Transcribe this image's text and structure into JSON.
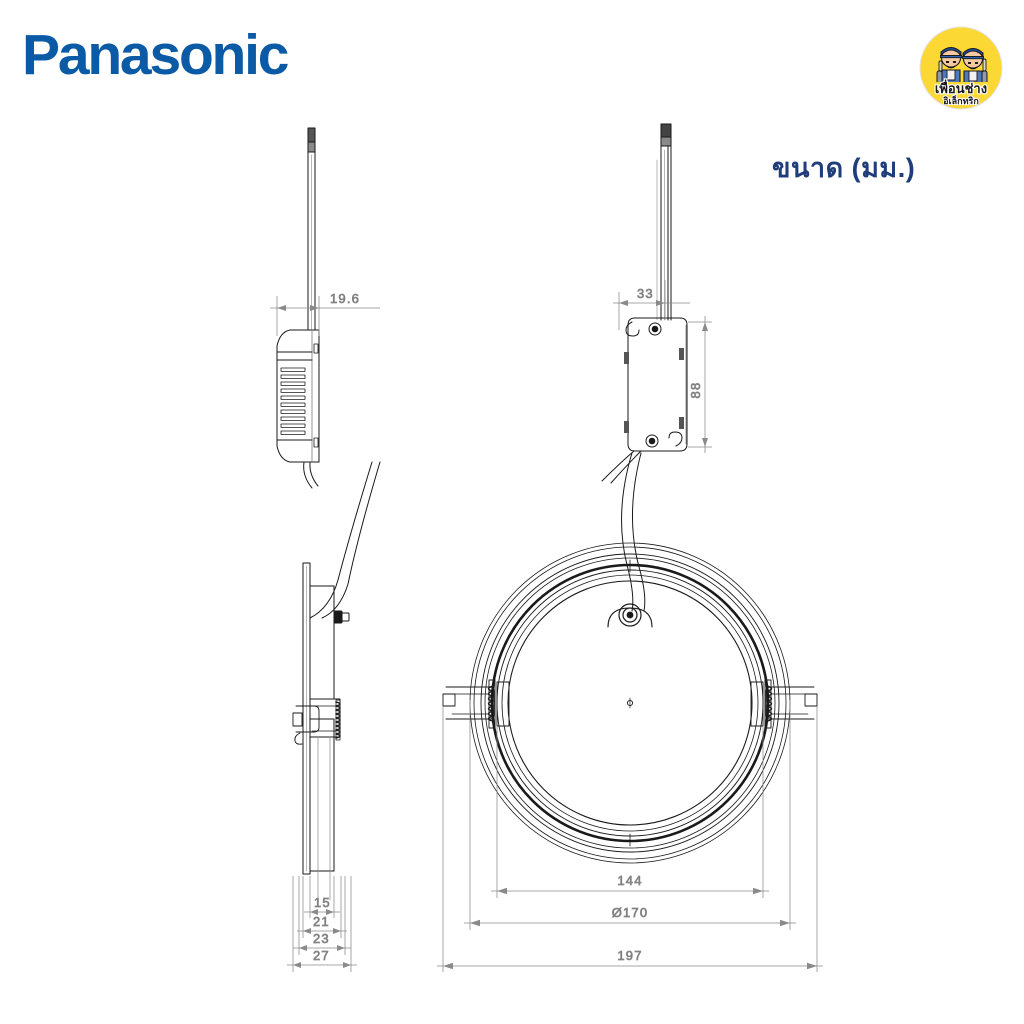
{
  "brand": {
    "wordmark": "Panasonic",
    "wordmark_color": "#0B5AA5"
  },
  "shop_badge": {
    "name": "friend-technician-electric-logo",
    "line1": "เพื่อนช่าง",
    "line2": "อิเล็กทริก",
    "background_color": "#FCD834",
    "text_color": "#1A1A1A"
  },
  "heading": {
    "label": "ขนาด (มม.)",
    "color": "#1F3D7A"
  },
  "drawing": {
    "title": "recessed-downlight-dimension-drawing",
    "line_color": "#1a1a1a",
    "dimension_color": "#6e6e6e",
    "views": [
      {
        "name": "side-section-view",
        "position": "left"
      },
      {
        "name": "top-plan-view",
        "position": "right"
      }
    ]
  },
  "chart_data": {
    "type": "table",
    "title": "ขนาด (มม.)",
    "xlabel": "",
    "ylabel": "",
    "categories": [
      "driver-width",
      "driver-cable-offset",
      "driver-height",
      "trim-depth-1",
      "trim-depth-2",
      "trim-depth-3",
      "trim-depth-4",
      "cut-out-diameter",
      "trim-diameter",
      "spring-clip-span"
    ],
    "values": [
      19.6,
      33,
      88,
      15,
      21,
      23,
      27,
      144,
      170,
      197
    ],
    "units": "mm"
  },
  "dimensions": {
    "side_view": {
      "driver_width": "19.6",
      "depth_15": "15",
      "depth_21": "21",
      "depth_23": "23",
      "depth_27": "27"
    },
    "plan_view": {
      "driver_cable_offset": "33",
      "driver_height": "88",
      "cutout": "144",
      "diameter": "Ø170",
      "overall": "197"
    }
  }
}
